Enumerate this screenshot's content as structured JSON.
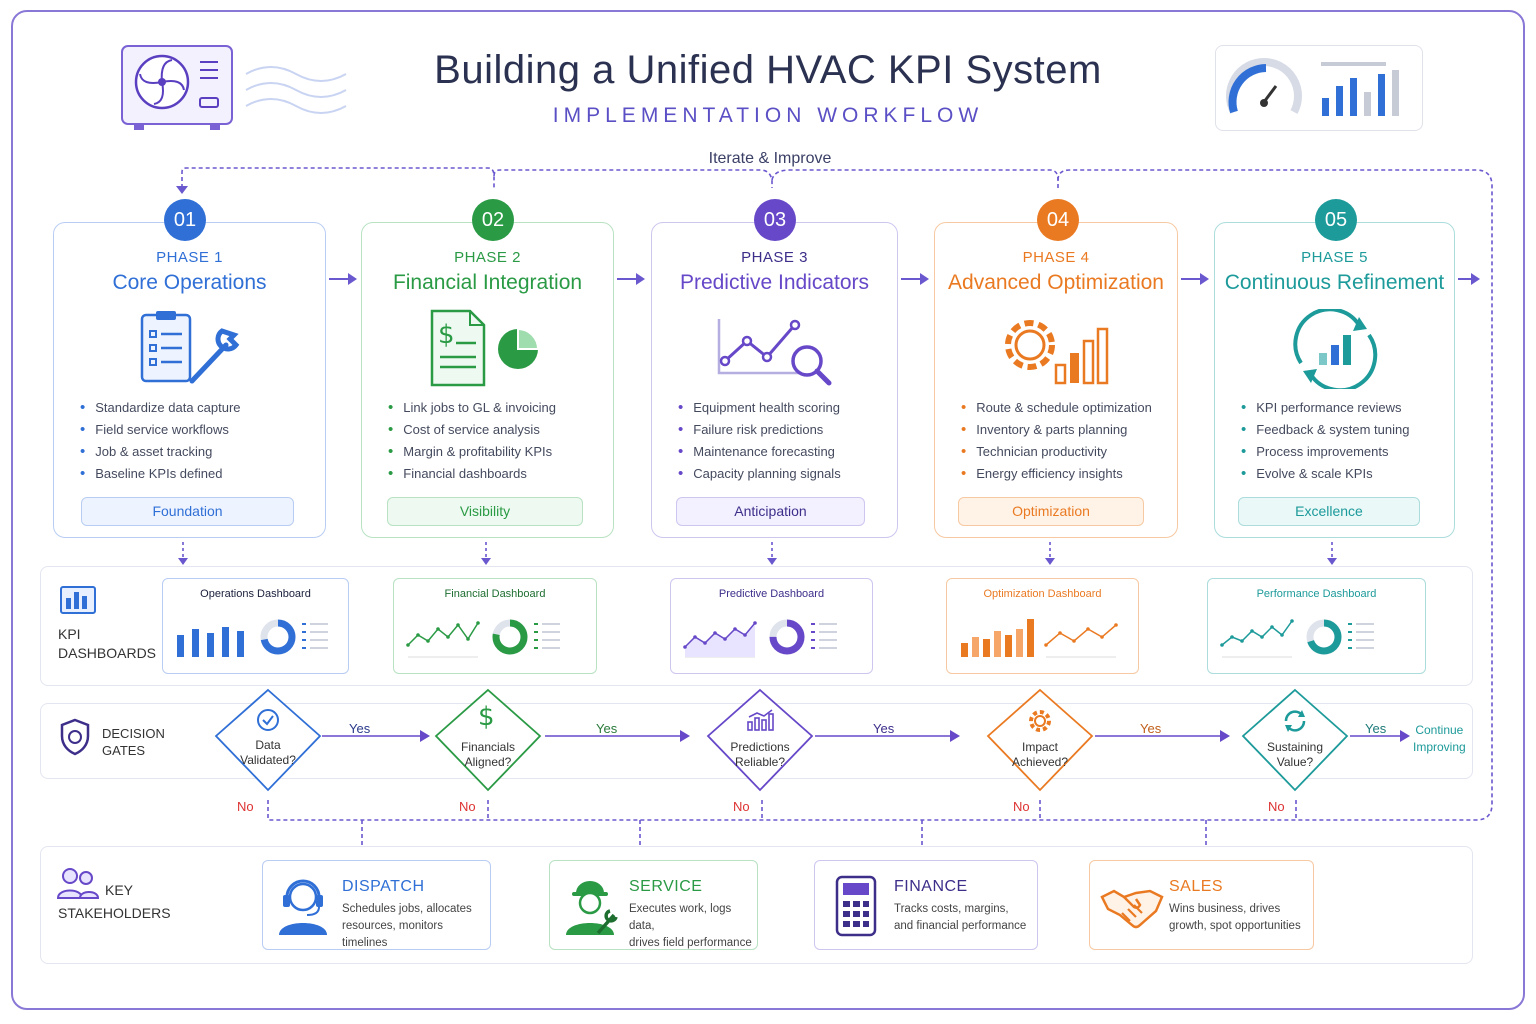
{
  "header": {
    "title": "Building a Unified HVAC KPI System",
    "subtitle": "IMPLEMENTATION WORKFLOW",
    "loop_label": "Iterate & Improve"
  },
  "colors": {
    "blue": "#2f6fd6",
    "green": "#2a9a45",
    "purple": "#6648c8",
    "orange": "#ea7a22",
    "teal": "#1d9a9a",
    "frame": "#8a78d6",
    "accent": "#5a4fc4",
    "no": "#d33333"
  },
  "phases": [
    {
      "num": "01",
      "label": "PHASE 1",
      "title": "Core Operations",
      "icon": "clipboard-wrench-icon",
      "items": [
        "Standardize data capture",
        "Field service workflows",
        "Job & asset tracking",
        "Baseline KPIs defined"
      ],
      "badge": "Foundation"
    },
    {
      "num": "02",
      "label": "PHASE 2",
      "title": "Financial Integration",
      "icon": "invoice-pie-icon",
      "items": [
        "Link jobs to GL & invoicing",
        "Cost of service analysis",
        "Margin & profitability KPIs",
        "Financial dashboards"
      ],
      "badge": "Visibility"
    },
    {
      "num": "03",
      "label": "PHASE 3",
      "title": "Predictive Indicators",
      "icon": "trend-magnifier-icon",
      "items": [
        "Equipment health scoring",
        "Failure risk predictions",
        "Maintenance forecasting",
        "Capacity planning signals"
      ],
      "badge": "Anticipation"
    },
    {
      "num": "04",
      "label": "PHASE 4",
      "title": "Advanced Optimization",
      "icon": "gear-bars-icon",
      "items": [
        "Route & schedule optimization",
        "Inventory & parts planning",
        "Technician productivity",
        "Energy efficiency insights"
      ],
      "badge": "Optimization"
    },
    {
      "num": "05",
      "label": "PHASE 5",
      "title": "Continuous Refinement",
      "icon": "cycle-bars-icon",
      "items": [
        "KPI performance reviews",
        "Feedback & system tuning",
        "Process improvements",
        "Evolve & scale KPIs"
      ],
      "badge": "Excellence"
    }
  ],
  "dashboards": {
    "label_line1": "KPI",
    "label_line2": "DASHBOARDS",
    "icon": "dashboard-icon",
    "items": [
      {
        "title": "Operations Dashboard",
        "bars": [
          0.55,
          0.7,
          0.6,
          0.75,
          0.65
        ],
        "donut": 0.72
      },
      {
        "title": "Financial Dashboard",
        "line": [
          0.3,
          0.55,
          0.4,
          0.7,
          0.5,
          0.8,
          0.45,
          0.85
        ],
        "donut": 0.78
      },
      {
        "title": "Predictive Dashboard",
        "line": [
          0.25,
          0.5,
          0.35,
          0.6,
          0.45,
          0.7,
          0.55,
          0.85
        ],
        "donut": 0.75
      },
      {
        "title": "Optimization Dashboard",
        "bars": [
          0.35,
          0.5,
          0.45,
          0.65,
          0.55,
          0.7,
          0.95
        ],
        "line": [
          0.3,
          0.6,
          0.4,
          0.7,
          0.5,
          0.8
        ]
      },
      {
        "title": "Performance Dashboard",
        "line": [
          0.3,
          0.5,
          0.4,
          0.65,
          0.5,
          0.75,
          0.55,
          0.9
        ],
        "donut": 0.7
      }
    ]
  },
  "gates": {
    "label_line1": "DECISION",
    "label_line2": "GATES",
    "icon": "shield-icon",
    "yes": "Yes",
    "no": "No",
    "continue_line1": "Continue",
    "continue_line2": "Improving",
    "items": [
      {
        "line1": "Data",
        "line2": "Validated?",
        "icon": "check-circle-icon"
      },
      {
        "line1": "Financials",
        "line2": "Aligned?",
        "icon": "dollar-icon"
      },
      {
        "line1": "Predictions",
        "line2": "Reliable?",
        "icon": "bar-trend-icon"
      },
      {
        "line1": "Impact",
        "line2": "Achieved?",
        "icon": "gear-icon"
      },
      {
        "line1": "Sustaining",
        "line2": "Value?",
        "icon": "refresh-icon"
      }
    ]
  },
  "stakeholders": {
    "label_line1": "KEY",
    "label_line2": "STAKEHOLDERS",
    "icon": "people-icon",
    "items": [
      {
        "name": "DISPATCH",
        "desc1": "Schedules jobs, allocates",
        "desc2": "resources, monitors timelines",
        "icon": "headset-icon"
      },
      {
        "name": "SERVICE",
        "desc1": "Executes work, logs data,",
        "desc2": "drives field performance",
        "icon": "technician-icon"
      },
      {
        "name": "FINANCE",
        "desc1": "Tracks costs, margins,",
        "desc2": "and financial performance",
        "icon": "calculator-icon"
      },
      {
        "name": "SALES",
        "desc1": "Wins business, drives",
        "desc2": "growth, spot opportunities",
        "icon": "handshake-icon"
      }
    ]
  }
}
